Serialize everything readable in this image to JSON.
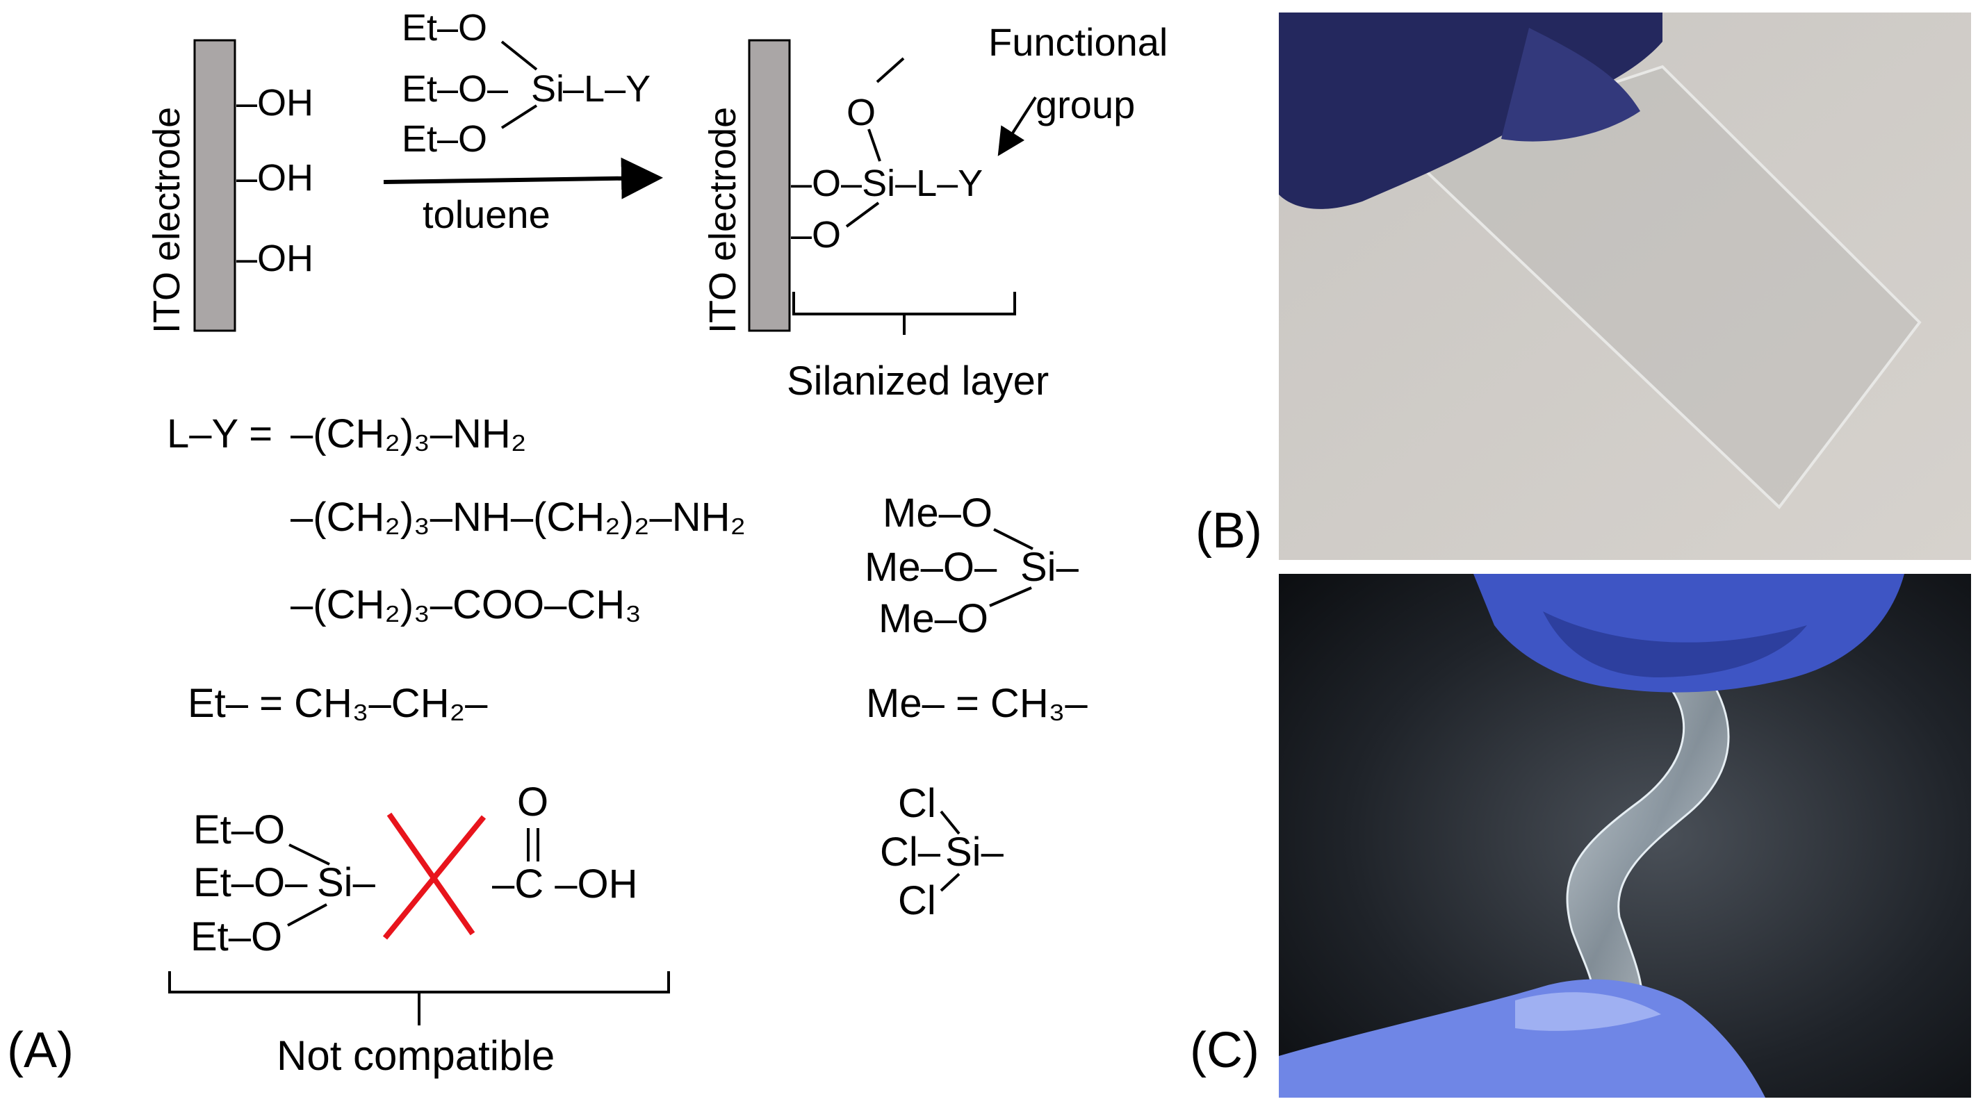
{
  "panel_labels": {
    "a": "(A)",
    "b": "(B)",
    "c": "(C)"
  },
  "reaction": {
    "electrode_label": "ITO electrode",
    "hydroxyl": "–OH",
    "reagent": {
      "et_o": "Et–O",
      "et_o_mid": "Et–O–",
      "si": "Si",
      "l_y": "–L–Y"
    },
    "solvent": "toluene",
    "product": {
      "o": "O",
      "o_left": "–O",
      "si": "–O–Si–L–Y",
      "functional_group": "Functional",
      "functional_group_2": "group",
      "silanized_layer": "Silanized layer"
    }
  },
  "ly": {
    "lhs": "L–Y =",
    "options": [
      "–(CH₂)₃–NH₂",
      "–(CH₂)₃–NH–(CH₂)₂–NH₂",
      "–(CH₂)₃–COO–CH₃"
    ]
  },
  "et_def": "Et– =  CH₃–CH₂–",
  "me_def": "Me– = CH₃–",
  "methoxy": {
    "me_o": "Me–O",
    "me_o_mid": "Me–O–",
    "si": "Si–"
  },
  "chloro": {
    "cl": "Cl",
    "cl_mid": "Cl–",
    "si": "Si–"
  },
  "incompatible": {
    "et_o": "Et–O",
    "et_o_mid": "Et–O–",
    "si": "Si–",
    "carbonyl_o": "O",
    "acid": "–C –OH",
    "label": "Not compatible"
  },
  "colors": {
    "cross": "#e8141c",
    "electrode_fill": "#aaa6a6"
  }
}
